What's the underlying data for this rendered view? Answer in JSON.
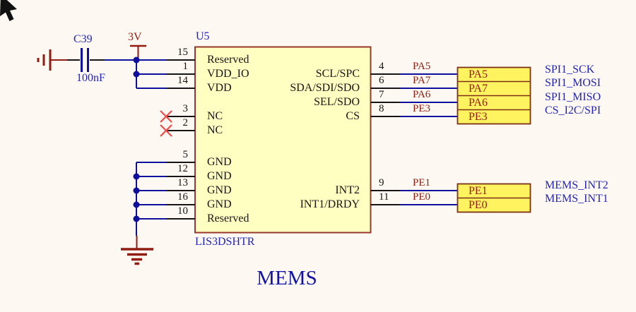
{
  "schematic": {
    "title": "MEMS",
    "ic": {
      "designator": "U5",
      "part_number": "LIS3DSHTR",
      "left_pins": [
        {
          "number": "15",
          "name": "Reserved"
        },
        {
          "number": "1",
          "name": "VDD_IO"
        },
        {
          "number": "14",
          "name": "VDD"
        },
        {
          "number": "3",
          "name": "NC"
        },
        {
          "number": "2",
          "name": "NC"
        },
        {
          "number": "5",
          "name": "GND"
        },
        {
          "number": "12",
          "name": "GND"
        },
        {
          "number": "13",
          "name": "GND"
        },
        {
          "number": "16",
          "name": "GND"
        },
        {
          "number": "10",
          "name": "Reserved"
        }
      ],
      "right_pins": [
        {
          "number": "4",
          "name": "SCL/SPC",
          "net": "PA5",
          "port": "SPI1_SCK"
        },
        {
          "number": "6",
          "name": "SDA/SDI/SDO",
          "net": "PA7",
          "port": "SPI1_MOSI"
        },
        {
          "number": "7",
          "name": "SEL/SDO",
          "net": "PA6",
          "port": "SPI1_MISO"
        },
        {
          "number": "8",
          "name": "CS",
          "net": "PE3",
          "port": "CS_I2C/SPI"
        },
        {
          "number": "9",
          "name": "INT2",
          "net": "PE1",
          "port": "MEMS_INT2"
        },
        {
          "number": "11",
          "name": "INT1/DRDY",
          "net": "PE0",
          "port": "MEMS_INT1"
        }
      ]
    },
    "capacitor": {
      "designator": "C39",
      "value": "100nF"
    },
    "power": {
      "rail": "3V"
    },
    "net_boxes": {
      "spi": [
        "PA5",
        "PA7",
        "PA6",
        "PE3"
      ],
      "int": [
        "PE1",
        "PE0"
      ]
    },
    "colors": {
      "bg": "#fdf9f2",
      "wire": "#0f0f9e",
      "text-blue": "#2424b4",
      "title-blue": "#1414a8",
      "dark-red": "#911c12",
      "red-x": "#f04c4c",
      "black": "#191414",
      "ic-fill": "#ffffc2",
      "ic-border": "#97382c",
      "box-fill": "#fff35f",
      "box-border": "#7c3116"
    }
  }
}
